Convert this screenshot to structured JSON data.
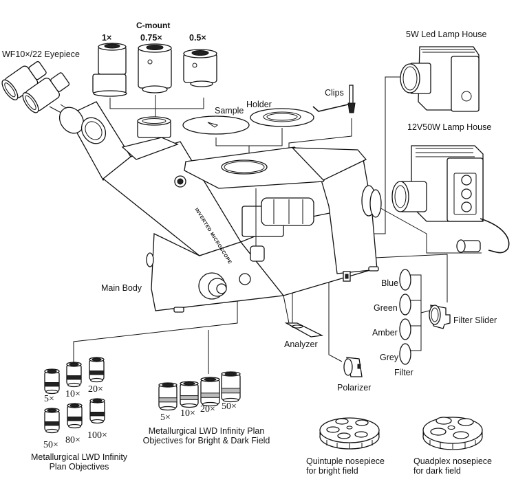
{
  "labels": {
    "c_mount_title": "C-mount",
    "c_mount_1x": "1×",
    "c_mount_075x": "0.75×",
    "c_mount_05x": "0.5×",
    "eyepiece": "WF10×/22 Eyepiece",
    "sample": "Sample",
    "holder": "Holder",
    "clips": "Clips",
    "led_lamp": "5W  Led Lamp House",
    "halogen_lamp": "12V50W Lamp House",
    "main_body": "Main Body",
    "analyzer": "Analyzer",
    "polarizer": "Polarizer",
    "filter_slider": "Filter Slider",
    "filter": "Filter",
    "quintuple_nosepiece": [
      "Quintuple nosepiece",
      "for bright field"
    ],
    "quadplex_nosepiece": [
      "Quadplex nosepiece",
      "for dark field"
    ],
    "bd_objectives_caption": [
      "Metallurgical LWD Infinity Plan",
      "Objectives for Bright & Dark Field"
    ],
    "plan_objectives_caption": [
      "Metallurgical LWD Infinity",
      "Plan Objectives"
    ],
    "body_text": "INVERTED MICROSCOPE"
  },
  "filters": [
    "Blue",
    "Green",
    "Amber",
    "Grey"
  ],
  "plan_objectives": [
    "5×",
    "10×",
    "20×",
    "50×",
    "80×",
    "100×"
  ],
  "bd_objectives": [
    "5×",
    "10×",
    "20×",
    "50×"
  ]
}
